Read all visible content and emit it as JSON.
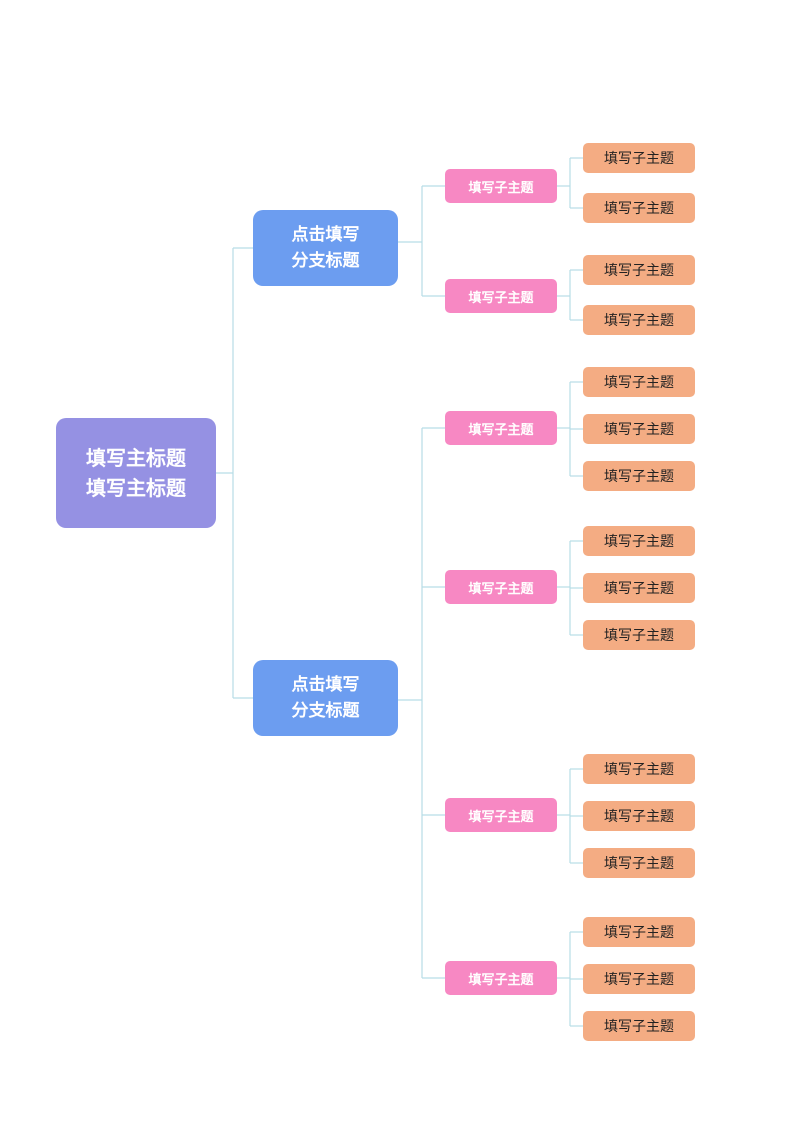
{
  "colors": {
    "root": "#9591e3",
    "branch": "#6c9df0",
    "subtopic": "#f788c3",
    "leaf": "#f4ac83",
    "connector": "#b7dde6"
  },
  "root": {
    "lines": [
      "填写主标题",
      "填写主标题"
    ]
  },
  "branches": [
    {
      "lines": [
        "点击填写",
        "分支标题"
      ],
      "subtopics": [
        {
          "label": "填写子主题",
          "leaves": [
            "填写子主题",
            "填写子主题"
          ]
        },
        {
          "label": "填写子主题",
          "leaves": [
            "填写子主题",
            "填写子主题"
          ]
        }
      ]
    },
    {
      "lines": [
        "点击填写",
        "分支标题"
      ],
      "subtopics": [
        {
          "label": "填写子主题",
          "leaves": [
            "填写子主题",
            "填写子主题",
            "填写子主题"
          ]
        },
        {
          "label": "填写子主题",
          "leaves": [
            "填写子主题",
            "填写子主题",
            "填写子主题"
          ]
        },
        {
          "label": "填写子主题",
          "leaves": [
            "填写子主题",
            "填写子主题",
            "填写子主题"
          ]
        },
        {
          "label": "填写子主题",
          "leaves": [
            "填写子主题",
            "填写子主题",
            "填写子主题"
          ]
        }
      ]
    }
  ]
}
